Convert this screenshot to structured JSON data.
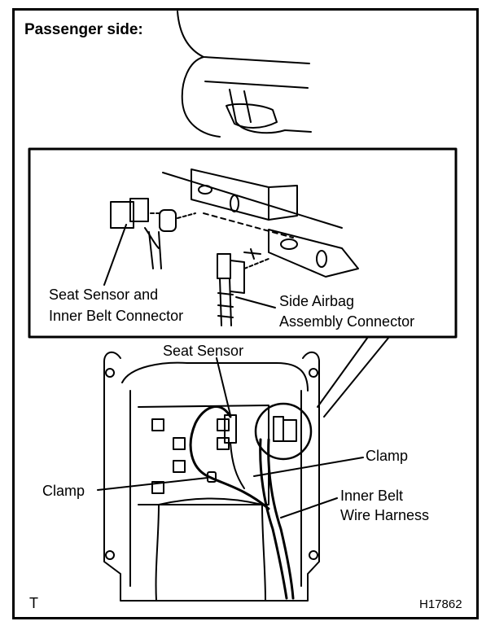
{
  "title": "Passenger side:",
  "labels": {
    "seat_sensor_inner_belt_1": "Seat Sensor and",
    "seat_sensor_inner_belt_2": "Inner Belt Connector",
    "side_airbag_1": "Side Airbag",
    "side_airbag_2": "Assembly Connector",
    "seat_sensor": "Seat Sensor",
    "clamp_right": "Clamp",
    "clamp_left": "Clamp",
    "inner_belt_harness_1": "Inner Belt",
    "inner_belt_harness_2": "Wire Harness"
  },
  "corner_mark": "T",
  "figure_id": "H17862"
}
